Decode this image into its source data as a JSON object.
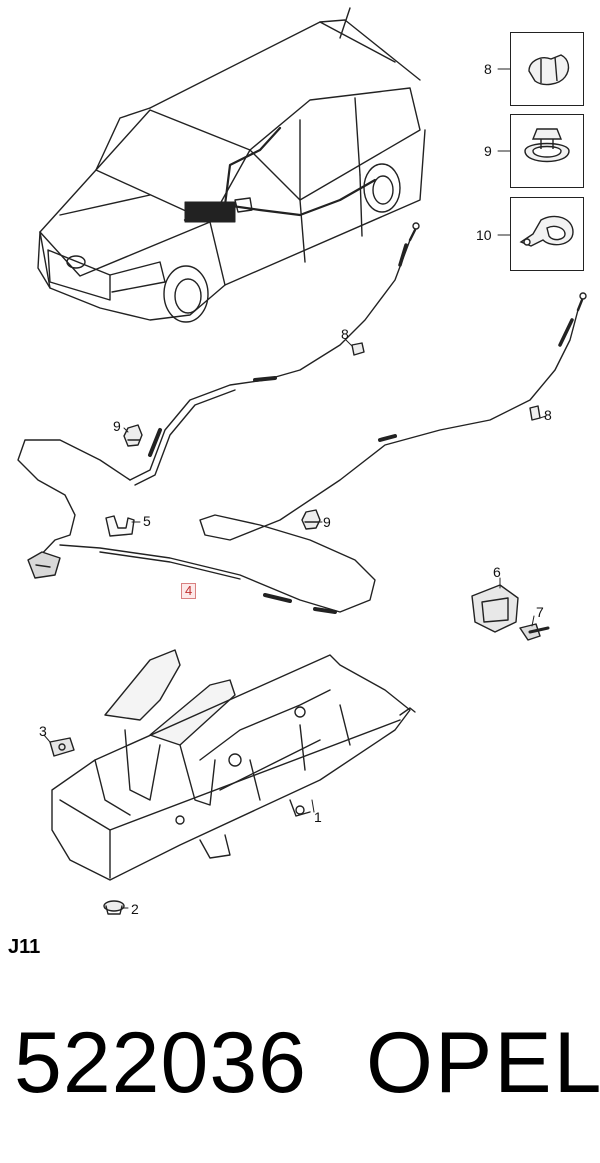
{
  "diagram": {
    "callouts": {
      "c1": "1",
      "c2": "2",
      "c3": "3",
      "c4": "4",
      "c5": "5",
      "c6": "6",
      "c7": "7",
      "c8a": "8",
      "c8b": "8",
      "c8c": "8",
      "c9a": "9",
      "c9b": "9",
      "c9c": "9",
      "c10": "10"
    },
    "reference": "J11"
  },
  "footer": {
    "part_number": "522036",
    "brand": "OPEL"
  },
  "colors": {
    "line": "#222222",
    "highlight_border": "#d98080",
    "highlight_fill": "#fde9e9"
  }
}
